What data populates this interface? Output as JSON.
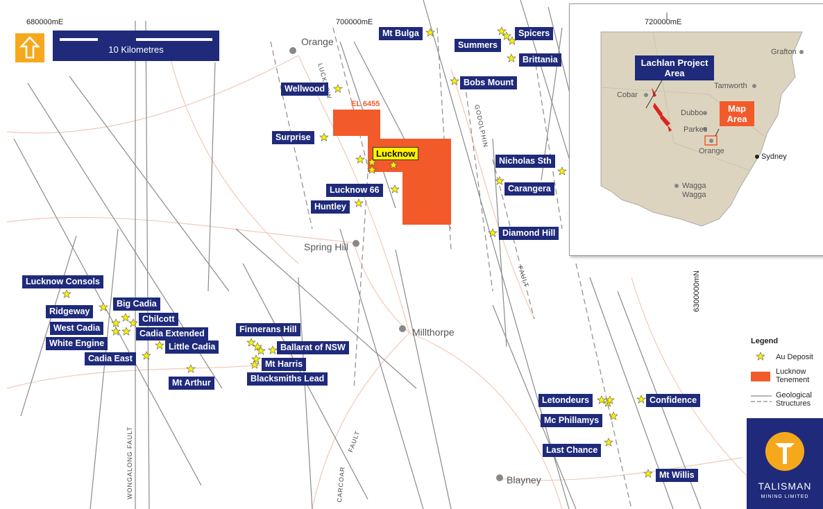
{
  "coords": {
    "x1": "680000mE",
    "x2": "700000mE",
    "y1": "6300000mN"
  },
  "scale": {
    "label": "10 Kilometres"
  },
  "tenement": {
    "name": "EL 6455",
    "project": "Lucknow"
  },
  "towns": [
    "Orange",
    "Spring Hill",
    "Millthorpe",
    "Blayney"
  ],
  "faults": [
    "LUCKNOW",
    "GODOLPHIN",
    "FAULT",
    "WONGALONG FAULT",
    "CARCOAR",
    "FAULT"
  ],
  "deposits": [
    "Mt Bulga",
    "Spicers",
    "Summers",
    "Brittania",
    "Wellwood",
    "Bobs Mount",
    "Surprise",
    "Nicholas Sth",
    "Carangera",
    "Lucknow 66",
    "Huntley",
    "Diamond Hill",
    "Lucknow Consols",
    "Big Cadia",
    "Ridgeway",
    "Chilcott",
    "West Cadia",
    "Cadia Extended",
    "White Engine",
    "Little Cadia",
    "Cadia East",
    "Mt Arthur",
    "Finnerans Hill",
    "Ballarat of NSW",
    "Mt Harris",
    "Blacksmiths Lead",
    "Letondeurs",
    "Confidence",
    "Mc Phillamys",
    "Last Chance",
    "Mt Willis"
  ],
  "legend": {
    "title": "Legend",
    "items": [
      "Au Deposit",
      "Lucknow Tenement",
      "Geological Structures"
    ]
  },
  "logo": {
    "name": "TALISMAN",
    "sub": "MINING LIMITED"
  },
  "inset": {
    "coord": "720000mE",
    "project_area": "Lachlan Project Area",
    "map_area": "Map Area",
    "towns": [
      "Grafton",
      "Cobar",
      "Tamworth",
      "Dubbo",
      "Parkes",
      "Orange",
      "Sydney",
      "Wagga Wagga"
    ]
  },
  "colors": {
    "navy": "#1f2a7a",
    "tenement": "#f25a29",
    "star": "#fff200",
    "land": "#ddd4bf",
    "sea": "#ffffff"
  }
}
